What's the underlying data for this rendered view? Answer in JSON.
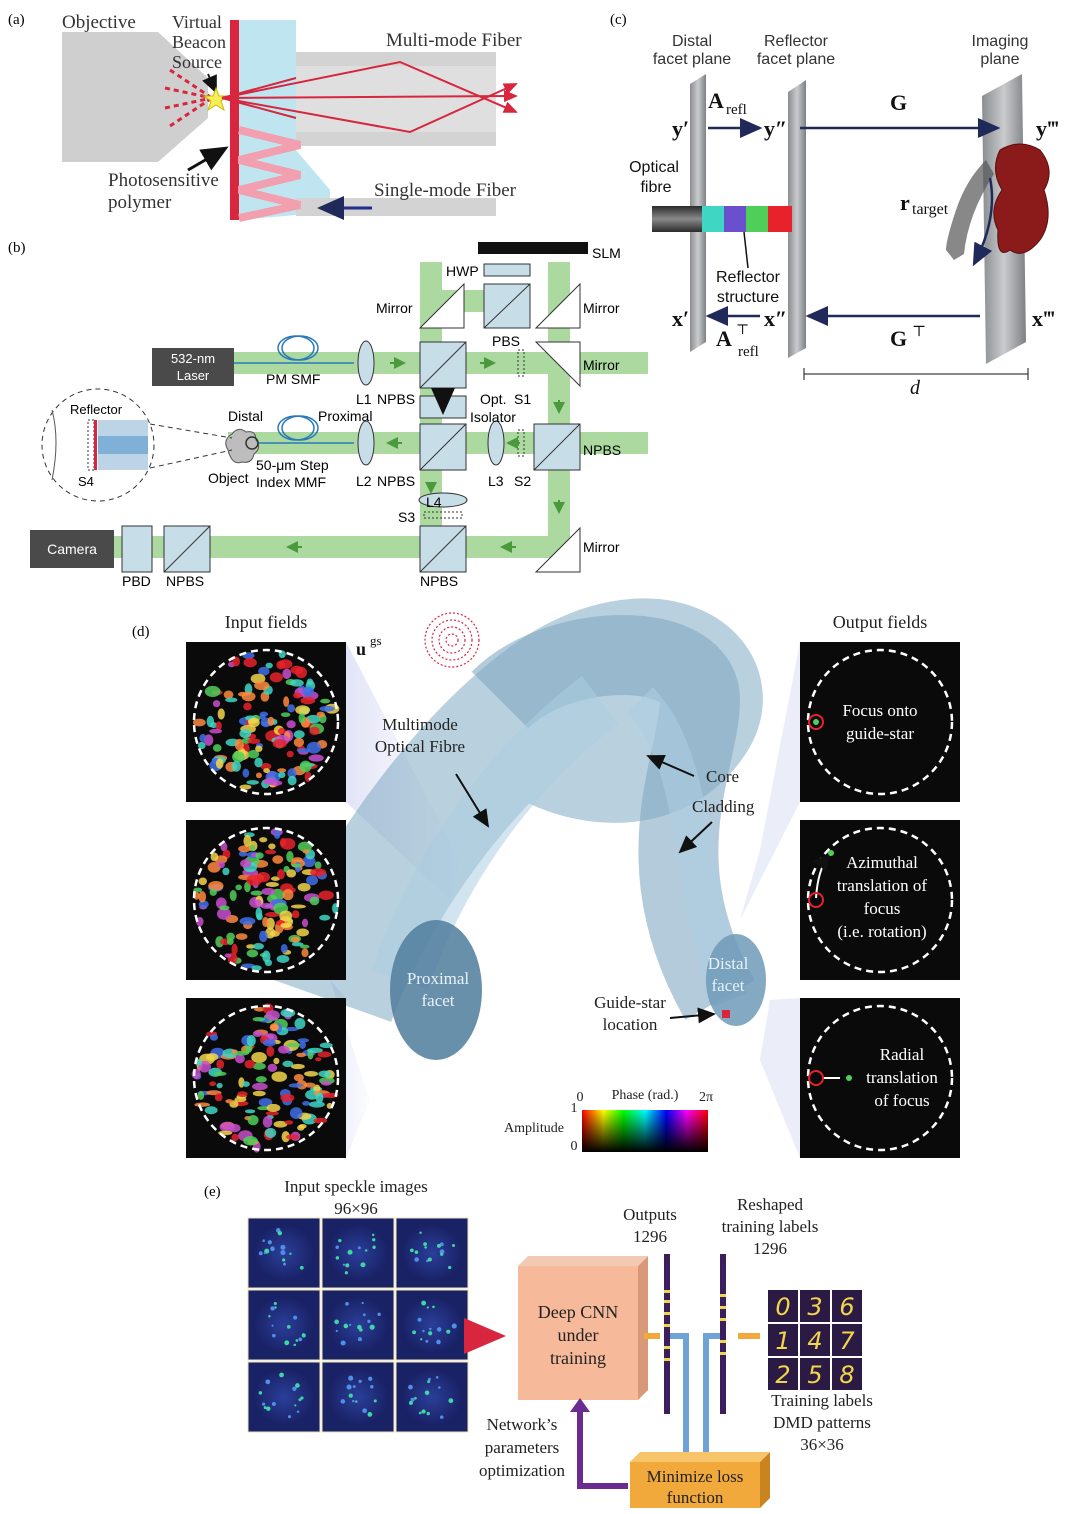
{
  "panel_a": {
    "label": "(a)",
    "objective": "Objective",
    "virtual": "Virtual",
    "beacon": "Beacon",
    "source": "Source",
    "mmf": "Multi-mode Fiber",
    "photo1": "Photosensitive",
    "photo2": "polymer",
    "smf": "Single-mode Fiber"
  },
  "panel_b": {
    "label": "(b)",
    "slm": "SLM",
    "hwp": "HWP",
    "mirror": "Mirror",
    "pbs": "PBS",
    "laser1": "532-nm",
    "laser2": "Laser",
    "pmsmf": "PM SMF",
    "l1": "L1",
    "npbs": "NPBS",
    "s1": "S1",
    "opt": "Opt.",
    "isolator": "Isolator",
    "reflector": "Reflector",
    "distal": "Distal",
    "proximal": "Proximal",
    "s4": "S4",
    "object": "Object",
    "step1": "50-μm Step",
    "step2": "Index MMF",
    "l2": "L2",
    "l3": "L3",
    "s2": "S2",
    "l4": "L4",
    "s3": "S3",
    "camera": "Camera",
    "pbd": "PBD"
  },
  "panel_c": {
    "label": "(c)",
    "distal1": "Distal",
    "distal2": "facet plane",
    "refl1": "Reflector",
    "refl2": "facet plane",
    "img1": "Imaging",
    "img2": "plane",
    "y1": "y′",
    "y2": "y″",
    "y3": "y‴",
    "x1": "x′",
    "x2": "x″",
    "x3": "x‴",
    "a_main": "A",
    "a_sub": "refl",
    "at_sup": "⊤",
    "g": "G",
    "gt_sup": "⊤",
    "r_main": "r",
    "r_sub": "target",
    "optical": "Optical",
    "fibre": "fibre",
    "rs1": "Reflector",
    "rs2": "structure",
    "d": "d"
  },
  "panel_d": {
    "label": "(d)",
    "input_fields": "Input fields",
    "output_fields": "Output fields",
    "ugs_main": "u",
    "ugs_sup": "gs",
    "multimode1": "Multimode",
    "multimode2": "Optical Fibre",
    "core": "Core",
    "cladding": "Cladding",
    "proximal1": "Proximal",
    "proximal2": "facet",
    "distal1": "Distal",
    "distal2": "facet",
    "guide1": "Guide-star",
    "guide2": "location",
    "out1a": "Focus onto",
    "out1b": "guide-star",
    "out2a": "Azimuthal",
    "out2b": "translation of",
    "out2c": "focus",
    "out2d": "(i.e. rotation)",
    "out3a": "Radial",
    "out3b": "translation",
    "out3c": "of focus",
    "phase": "Phase (rad.)",
    "phase0": "0",
    "phase2pi": "2π",
    "amplitude": "Amplitude",
    "amp1": "1",
    "amp0": "0"
  },
  "panel_e": {
    "label": "(e)",
    "input1": "Input speckle images",
    "input2": "96×96",
    "outputs1": "Outputs",
    "outputs2": "1296",
    "reshaped1": "Reshaped",
    "reshaped2": "training labels",
    "reshaped3": "1296",
    "cnn1": "Deep CNN",
    "cnn2": "under",
    "cnn3": "training",
    "digits": [
      "0",
      "3",
      "6",
      "1",
      "4",
      "7",
      "2",
      "5",
      "8"
    ],
    "tl1": "Training labels",
    "tl2": "DMD patterns",
    "tl3": "36×36",
    "net1": "Network’s",
    "net2": "parameters",
    "net3": "optimization",
    "min1": "Minimize loss",
    "min2": "function"
  },
  "colors": {
    "red": "#d7263d",
    "pink": "#f2a0b0",
    "lightblue": "#bfe6f0",
    "green": "#8fc97f",
    "navy": "#1f2a5a",
    "fibre": "#6a9ab8",
    "cnn": "#f6b99a",
    "loss": "#f2a93b",
    "purple": "#6a2c91",
    "speckle": "#1e2a6e"
  }
}
